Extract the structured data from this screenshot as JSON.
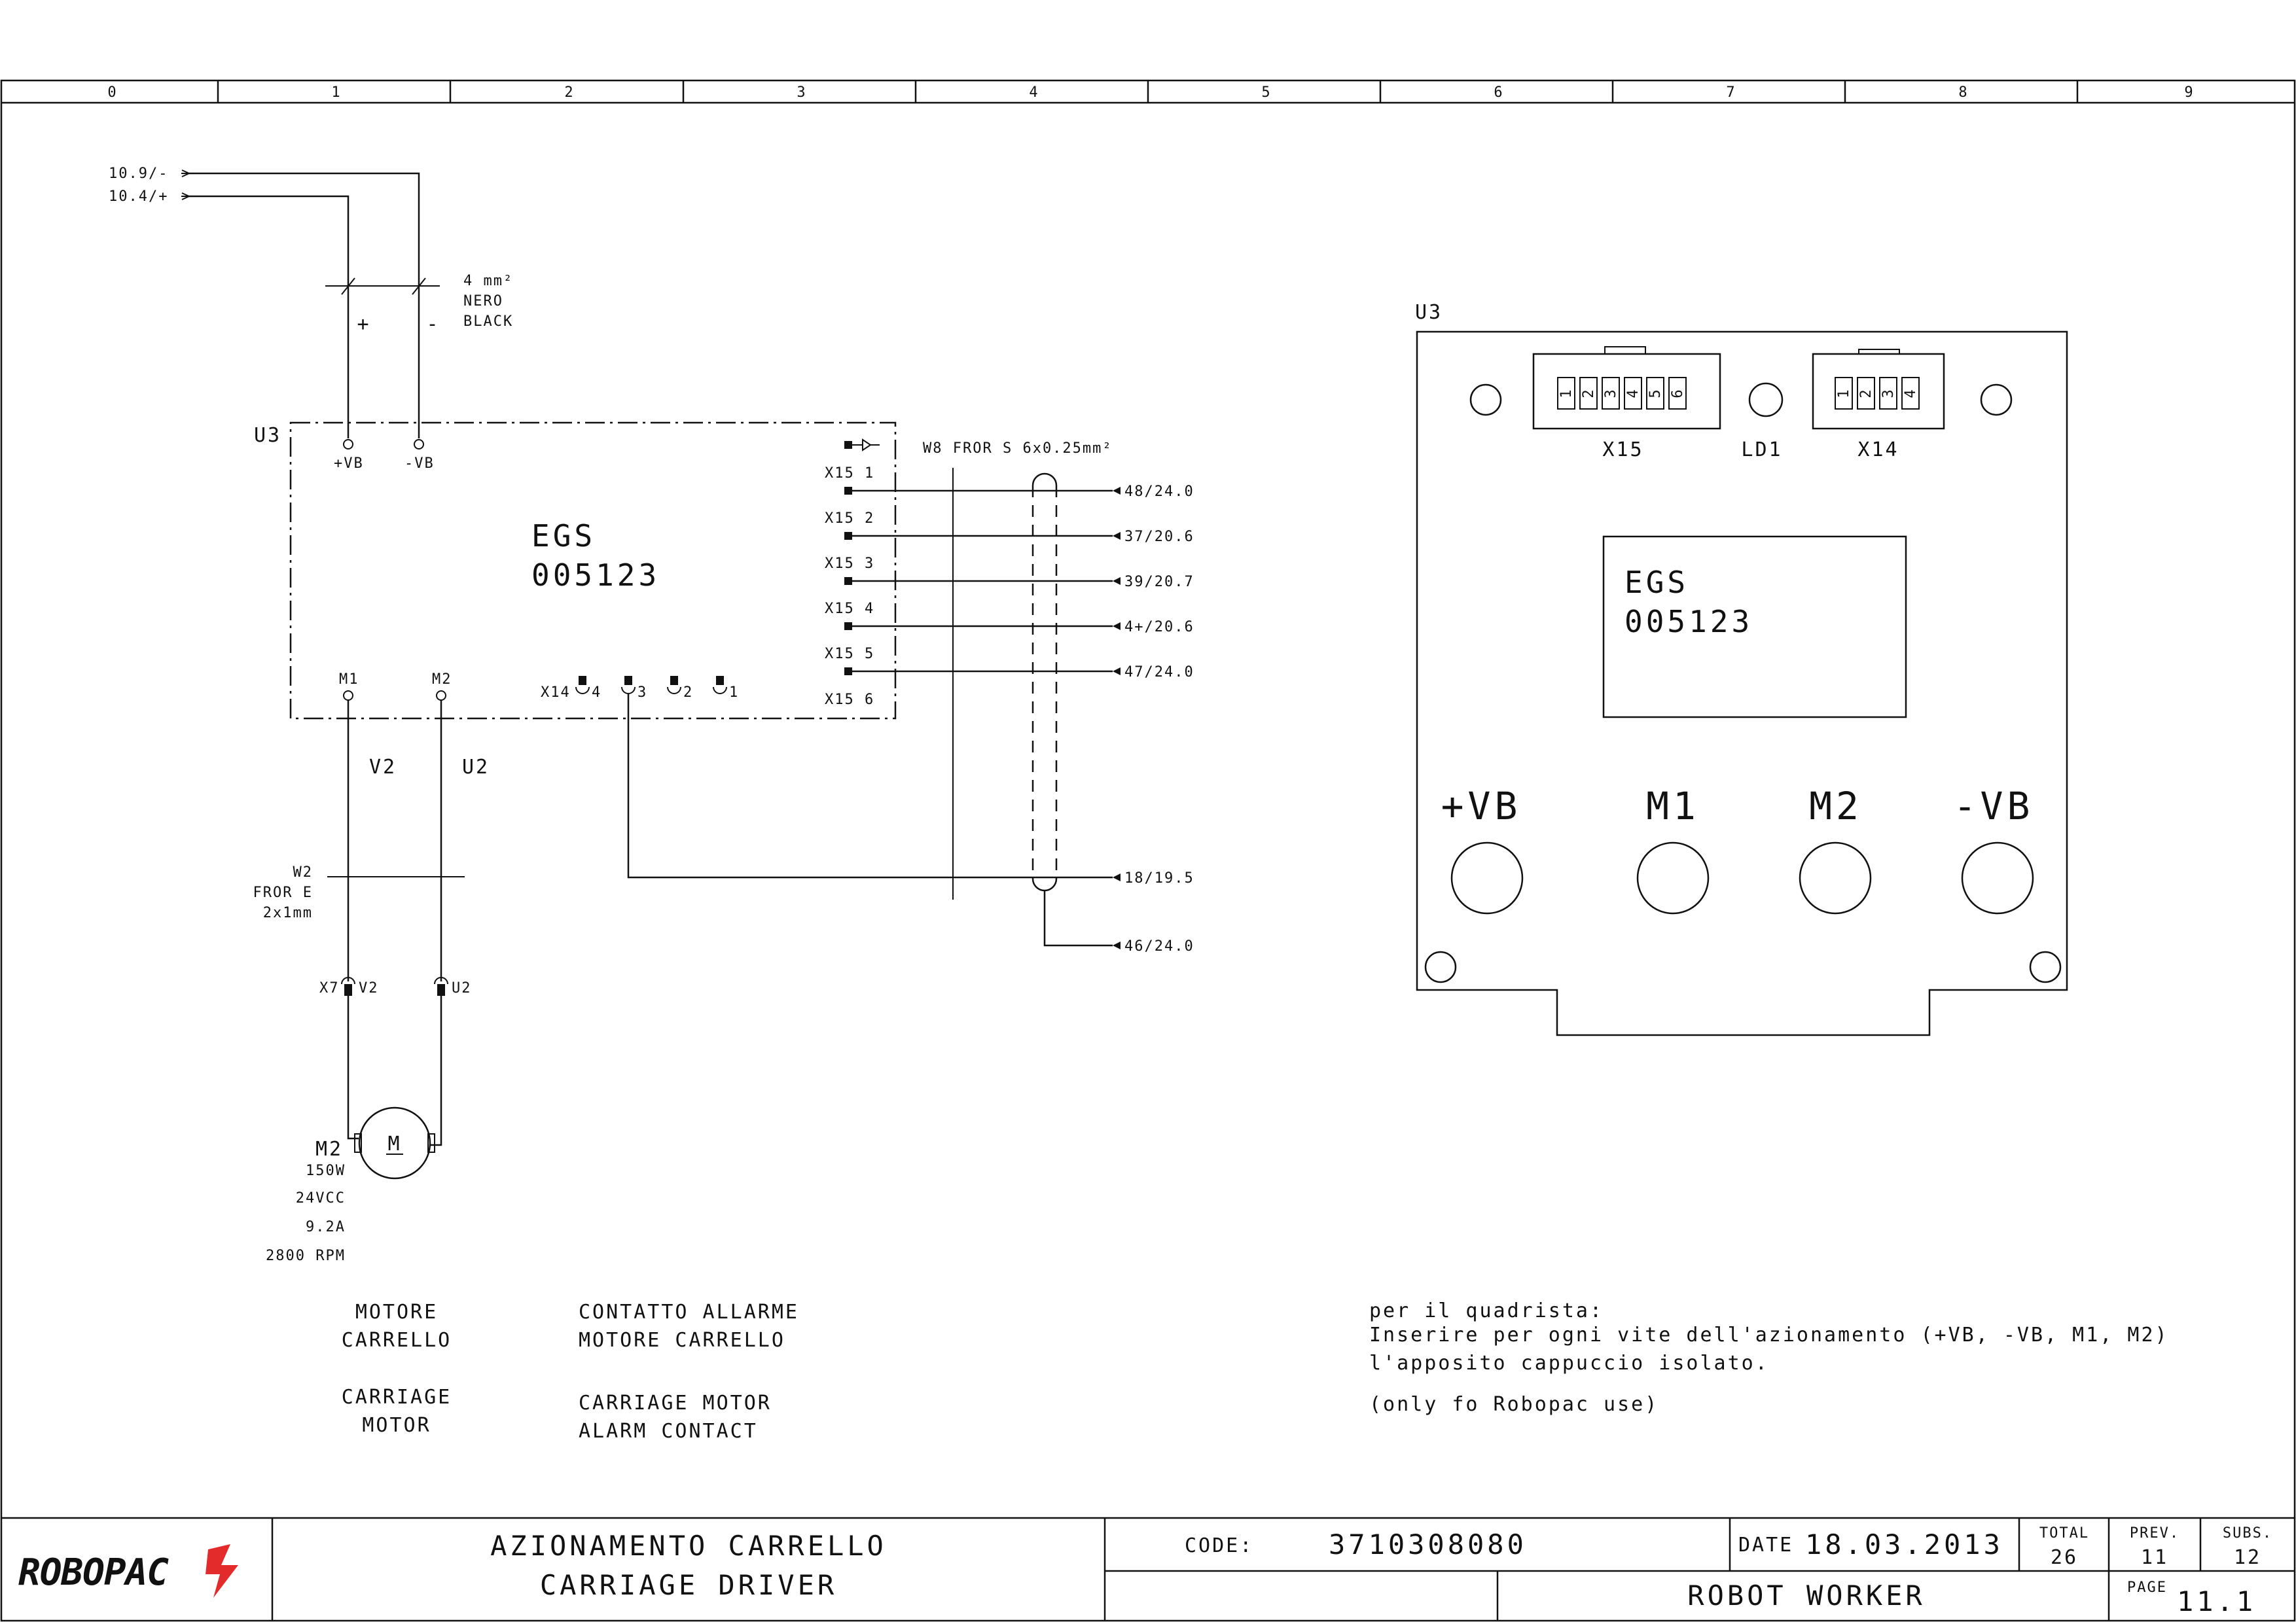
{
  "grid": {
    "columns": [
      "0",
      "1",
      "2",
      "3",
      "4",
      "5",
      "6",
      "7",
      "8",
      "9"
    ]
  },
  "inputs": [
    {
      "label": "10.9/-"
    },
    {
      "label": "10.4/+"
    }
  ],
  "cable_power": {
    "size": "4 mm²",
    "color_it": "NERO",
    "color_en": "BLACK",
    "plus": "+",
    "minus": "-"
  },
  "u3_schematic": {
    "ref": "U3",
    "model_line1": "EGS",
    "model_line2": "005123",
    "terminal_plus": "+VB",
    "terminal_minus": "-VB",
    "terminal_m1": "M1",
    "terminal_m2": "M2",
    "x15_pins": [
      "X15 1",
      "X15 2",
      "X15 3",
      "X15 4",
      "X15 5",
      "X15 6"
    ],
    "x14_label": "X14",
    "x14_pins": [
      "4",
      "3",
      "2",
      "1"
    ]
  },
  "cable_w8": {
    "label": "W8 FROR S 6x0.25mm²"
  },
  "refs": [
    "48/24.0",
    "37/20.6",
    "39/20.7",
    "4+/20.6",
    "47/24.0",
    "18/19.5",
    "46/24.0"
  ],
  "motor_wires": {
    "v2": "V2",
    "u2": "U2"
  },
  "cable_w2": {
    "line1": "W2",
    "line2": "FROR E",
    "line3": "2x1mm"
  },
  "connector_x7": {
    "label": "X7",
    "pin_v2": "V2",
    "pin_u2": "U2"
  },
  "motor": {
    "ref": "M2",
    "symbol": "M",
    "power": "150W",
    "voltage": "24VCC",
    "current": "9.2A",
    "speed": "2800 RPM"
  },
  "captions": {
    "motor_it_1": "MOTORE",
    "motor_it_2": "CARRELLO",
    "motor_en_1": "CARRIAGE",
    "motor_en_2": "MOTOR",
    "alarm_it_1": "CONTATTO ALLARME",
    "alarm_it_2": "MOTORE CARRELLO",
    "alarm_en_1": "CARRIAGE MOTOR",
    "alarm_en_2": "ALARM CONTACT"
  },
  "board": {
    "ref": "U3",
    "x15": "X15",
    "ld1": "LD1",
    "x14": "X14",
    "x15_pins": [
      "1",
      "2",
      "3",
      "4",
      "5",
      "6"
    ],
    "x14_pins": [
      "1",
      "2",
      "3",
      "4"
    ],
    "model_line1": "EGS",
    "model_line2": "005123",
    "terminals": [
      "+VB",
      "M1",
      "M2",
      "-VB"
    ]
  },
  "notes": {
    "line1": "per il quadrista:",
    "line2": "Inserire per ogni vite dell'azionamento (+VB, -VB, M1, M2)",
    "line3": "l'apposito cappuccio isolato.",
    "line4": "(only fo Robopac use)"
  },
  "title_block": {
    "logo": "ROBOPAC",
    "title_it": "AZIONAMENTO CARRELLO",
    "title_en": "CARRIAGE DRIVER",
    "code_label": "CODE:",
    "code": "3710308080",
    "date_label": "DATE",
    "date": "18.03.2013",
    "total_label": "TOTAL",
    "total": "26",
    "prev_label": "PREV.",
    "prev": "11",
    "subs_label": "SUBS.",
    "subs": "12",
    "project": "ROBOT WORKER",
    "page_label": "PAGE",
    "page": "11.1"
  }
}
